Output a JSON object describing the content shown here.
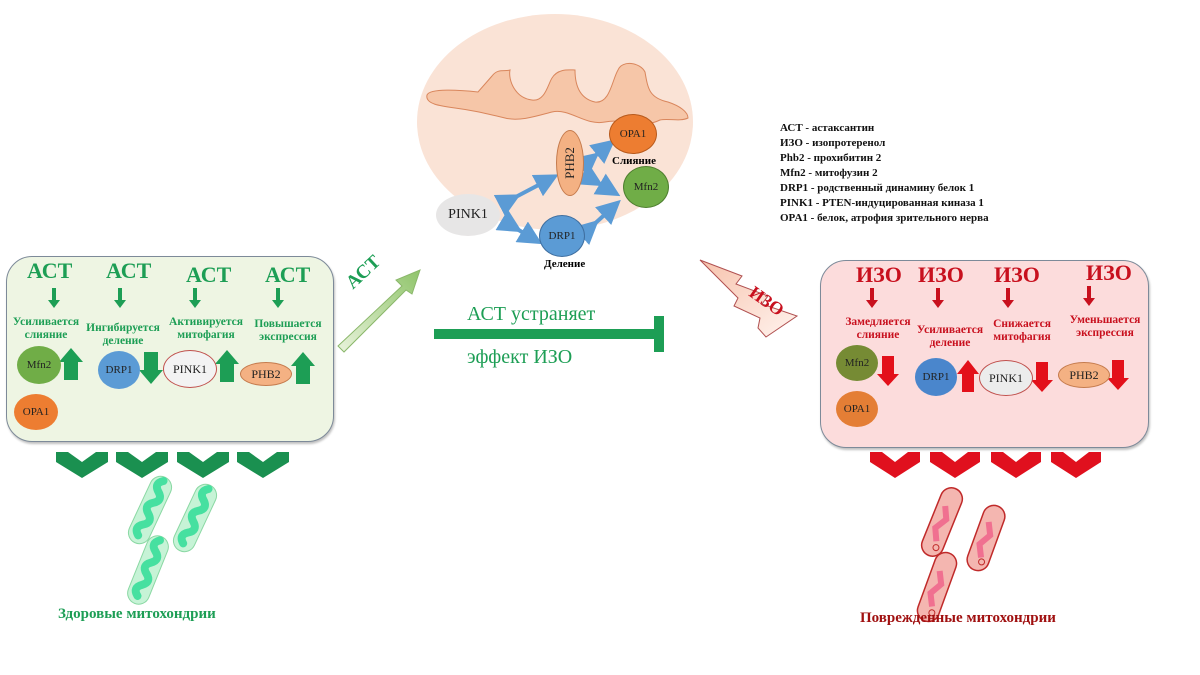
{
  "legend": [
    "АСТ - астаксантин",
    "ИЗО - изопротеренол",
    "Phb2 - прохибитин 2",
    "Mfn2 - митофузин 2",
    "DRP1 - родственный динамину белок 1",
    "PINK1 - PTEN-индуцированная киназа 1",
    "OPA1 - белок, атрофия зрительного нерва"
  ],
  "center": {
    "proteins": {
      "opa1": "OPA1",
      "phb2": "PHB2",
      "mfn2": "Mfn2",
      "pink1": "PINK1",
      "drp1": "DRP1"
    },
    "fusion_label": "Слияние",
    "fission_label": "Деление",
    "ast_arrow_label": "АСТ",
    "iso_bolt_label": "ИЗО",
    "inhibition_line1": "АСТ устраняет",
    "inhibition_line2": "эффект ИЗО"
  },
  "left_panel": {
    "agent": "АСТ",
    "columns": [
      {
        "effect": "Усиливается слияние",
        "proteins": [
          "Mfn2",
          "OPA1"
        ],
        "direction": "up"
      },
      {
        "effect": "Ингибируется деление",
        "proteins": [
          "DRP1"
        ],
        "direction": "down"
      },
      {
        "effect": "Активируется митофагия",
        "proteins": [
          "PINK1"
        ],
        "direction": "up"
      },
      {
        "effect": "Повышается экспрессия",
        "proteins": [
          "PHB2"
        ],
        "direction": "up"
      }
    ],
    "caption": "Здоровые митохондрии",
    "color": "#1d9e55"
  },
  "right_panel": {
    "agent": "ИЗО",
    "columns": [
      {
        "effect": "Замедляется слияние",
        "proteins": [
          "Mfn2",
          "OPA1"
        ],
        "direction": "down"
      },
      {
        "effect": "Усиливается деление",
        "proteins": [
          "DRP1"
        ],
        "direction": "up"
      },
      {
        "effect": "Снижается митофагия",
        "proteins": [
          "PINK1"
        ],
        "direction": "down"
      },
      {
        "effect": "Уменьшается экспрессия",
        "proteins": [
          "PHB2"
        ],
        "direction": "down"
      }
    ],
    "caption": "Поврежденные митохондрии",
    "color": "#c8101e"
  }
}
